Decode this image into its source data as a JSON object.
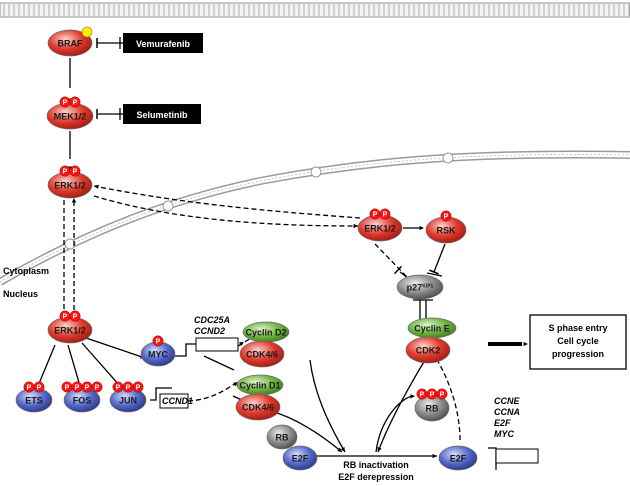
{
  "drugs": {
    "braf_inhibitor": "Vemurafenib",
    "mek_inhibitor": "Selumetinib"
  },
  "compartments": {
    "cytoplasm": "Cytoplasm",
    "nucleus": "Nucleus"
  },
  "nodes": {
    "braf": "BRAF",
    "mek": "MEK1/2",
    "erk_cyto": "ERK1/2",
    "erk_cyto_right": "ERK1/2",
    "rsk": "RSK",
    "p27_base": "p27",
    "p27_sup": "KIP1",
    "erk_nuc": "ERK1/2",
    "myc": "MYC",
    "ets": "ETS",
    "fos": "FOS",
    "jun": "JUN",
    "cyclin_d2": "Cyclin D2",
    "cdk46_a": "CDK4/6",
    "cyclin_d1": "Cyclin D1",
    "cdk46_b": "CDK4/6",
    "cyclin_e": "Cyclin E",
    "cdk2": "CDK2",
    "rb_bound": "RB",
    "e2f_bound": "E2F",
    "rb_p": "RB",
    "e2f_free": "E2F"
  },
  "phospho_label": "P",
  "genes": {
    "myc_targets": [
      "CDC25A",
      "CCND2"
    ],
    "jun_target": "CCND1",
    "e2f_targets": [
      "CCNE",
      "CCNA",
      "E2F",
      "MYC"
    ]
  },
  "outcome_box": [
    "S phase entry",
    "Cell cycle",
    "progression"
  ],
  "rb_event": [
    "RB inactivation",
    "E2F derepression"
  ],
  "colors": {
    "kinase_red": "#e0392b",
    "tf_blue": "#5468c8",
    "cyclin_green": "#6fb543",
    "grey_node": "#8c8c8c",
    "phospho_red": "#ff1414",
    "braf_star": "#ffee00",
    "drug_box": "#000000",
    "membrane": "#9a9a9a"
  }
}
